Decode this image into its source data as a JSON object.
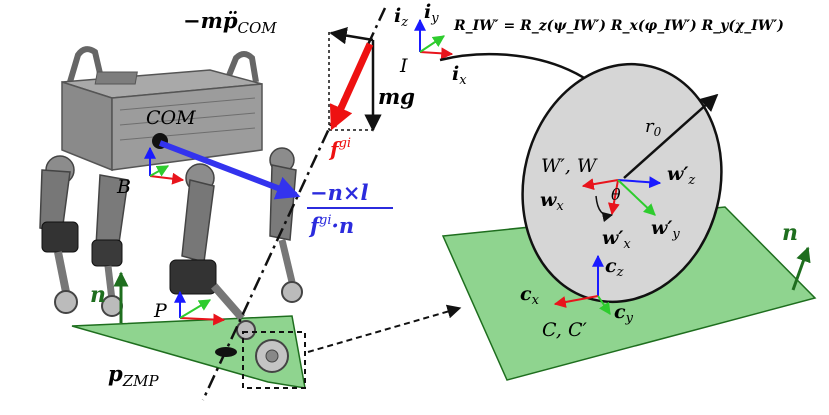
{
  "labels": {
    "force_inertial": "−mp̈",
    "force_inertial_sub": "COM",
    "force_gravity": "mg",
    "fgi": "f",
    "fgi_sup": "gi",
    "com": "COM",
    "base_frame": "B",
    "point_p": "P",
    "normal_left": "n",
    "pzmp": "p",
    "pzmp_sub": "ZMP",
    "ratio_num": "−n×l",
    "ratio_den_f": "f",
    "ratio_den_sup": "gi",
    "ratio_den_dot": "·n",
    "frame_i": "I",
    "ix": "i",
    "ix_sub": "x",
    "iy": "i",
    "iy_sub": "y",
    "iz": "i",
    "iz_sub": "z",
    "rotation_eq": "R_IW′ = R_z(ψ_IW′) R_x(φ_IW′) R_y(χ_IW′)",
    "radius": "r",
    "radius_sub": "0",
    "wheel_frames": "W′, W",
    "wz": "w′",
    "wz_sub": "z",
    "wx": "w",
    "wx_sub": "x",
    "theta": "θ",
    "wxp": "w′",
    "wxp_sub": "x",
    "wyp": "w′",
    "wyp_sub": "y",
    "cz": "c",
    "cz_sub": "z",
    "cx": "c",
    "cx_sub": "x",
    "cy": "c",
    "cy_sub": "y",
    "contact": "C, C′",
    "normal_right": "n"
  },
  "colors": {
    "axis_x": "#e8141c",
    "axis_y": "#2ecc2e",
    "axis_z": "#1a1aff",
    "arrow_com": "#3333ee",
    "force_red": "#ee1111",
    "normal_green": "#1e6e1e",
    "plane_fill": "#8fd48f",
    "plane_stroke": "#1e6e1e",
    "wheel_fill": "#d6d6d6",
    "ratio_text": "#2b2bdd"
  }
}
